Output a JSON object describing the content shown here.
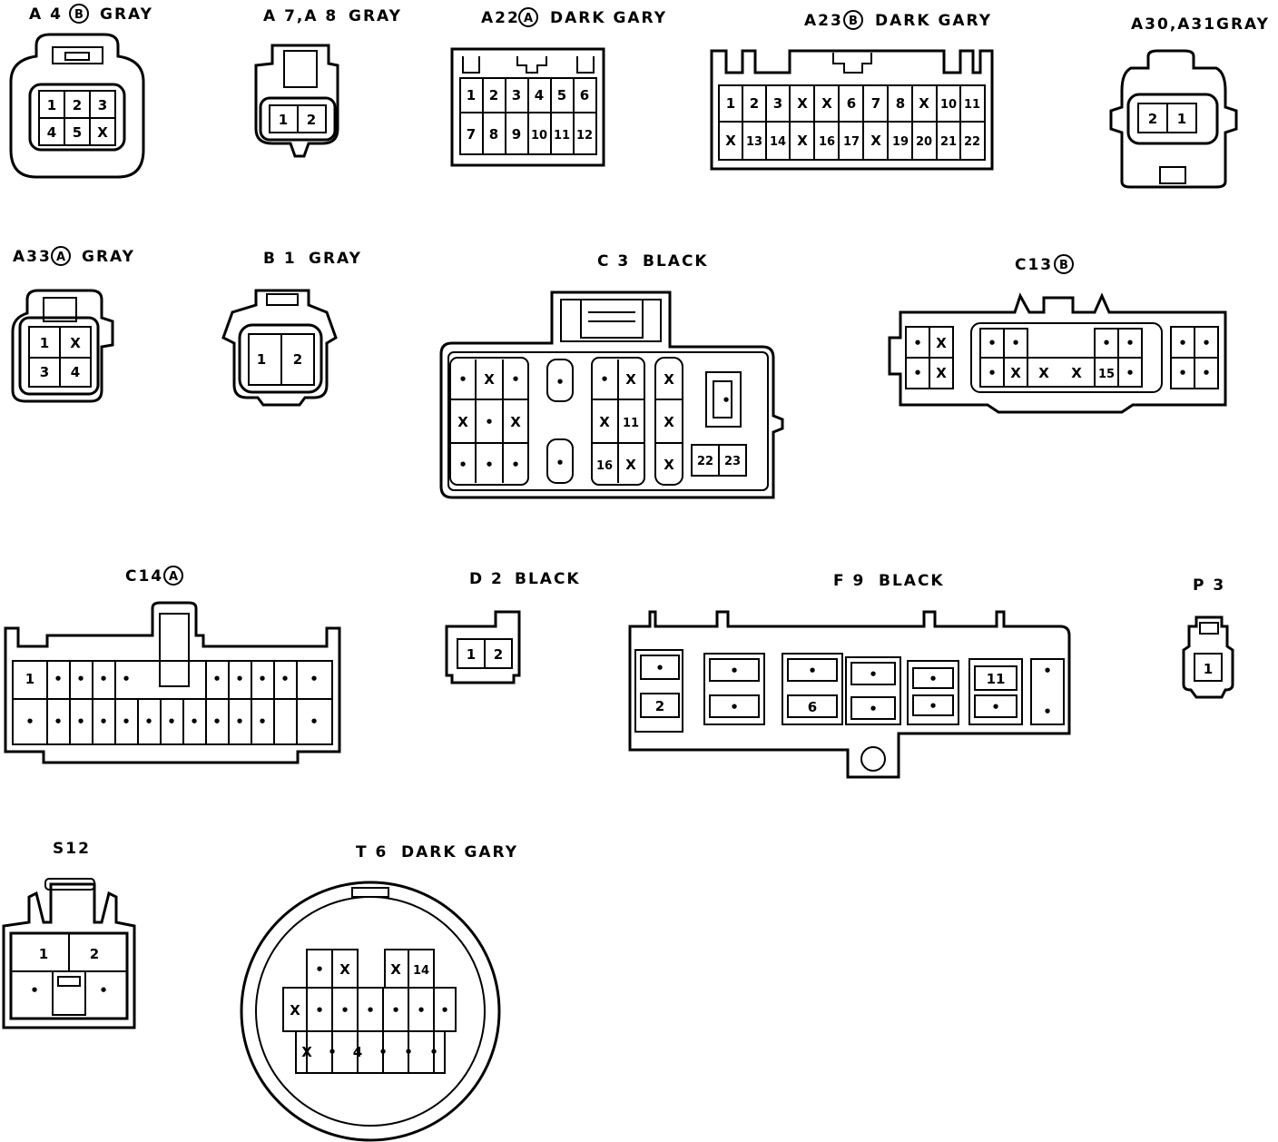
{
  "connectors": [
    {
      "id": "A4",
      "name": "A 4",
      "variant": "B",
      "color": "GRAY",
      "pins": [
        "1",
        "2",
        "3",
        "4",
        "5",
        "X"
      ]
    },
    {
      "id": "A7A8",
      "name": "A 7,A 8",
      "color": "GRAY",
      "pins": [
        "1",
        "2"
      ]
    },
    {
      "id": "A22",
      "name": "A22",
      "variant": "A",
      "color": "DARK GARY",
      "pins": [
        "1",
        "2",
        "3",
        "4",
        "5",
        "6",
        "7",
        "8",
        "9",
        "10",
        "11",
        "12"
      ]
    },
    {
      "id": "A23",
      "name": "A23",
      "variant": "B",
      "color": "DARK GARY",
      "pins": [
        "1",
        "2",
        "3",
        "X",
        "X",
        "6",
        "7",
        "8",
        "X",
        "10",
        "11",
        "X",
        "13",
        "14",
        "X",
        "16",
        "17",
        "X",
        "19",
        "20",
        "21",
        "22"
      ]
    },
    {
      "id": "A30A31",
      "name": "A30,A31",
      "color": "GRAY",
      "pins": [
        "2",
        "1"
      ]
    },
    {
      "id": "A33",
      "name": "A33",
      "variant": "A",
      "color": "GRAY",
      "pins": [
        "1",
        "X",
        "3",
        "4"
      ]
    },
    {
      "id": "B1",
      "name": "B 1",
      "color": "GRAY",
      "pins": [
        "1",
        "2"
      ]
    },
    {
      "id": "C3",
      "name": "C 3",
      "color": "BLACK",
      "pins": [
        "•",
        "X",
        "•",
        "•",
        "•",
        "X",
        "X",
        "X",
        "•",
        "X",
        "X",
        "11",
        "X",
        "•",
        "•",
        "•",
        "•",
        "•",
        "16",
        "X",
        "X",
        "22",
        "23"
      ]
    },
    {
      "id": "C13",
      "name": "C13",
      "variant": "B",
      "color": "",
      "pins": [
        "•",
        "X",
        "•",
        "X",
        "•",
        "•",
        "•",
        "X",
        "X",
        "X",
        "15",
        "•",
        "•",
        "•",
        "•",
        "•",
        "•",
        "•"
      ]
    },
    {
      "id": "C14",
      "name": "C14",
      "variant": "A",
      "color": "",
      "pins": [
        "1",
        "•",
        "•",
        "•",
        "•",
        "•",
        "•",
        "•",
        "•",
        "•",
        "•",
        "•",
        "•",
        "•",
        "•",
        "•",
        "•",
        "•",
        "•",
        "•",
        "•",
        "•"
      ]
    },
    {
      "id": "D2",
      "name": "D 2",
      "color": "BLACK",
      "pins": [
        "1",
        "2"
      ]
    },
    {
      "id": "F9",
      "name": "F 9",
      "color": "BLACK",
      "pins": [
        "•",
        "2",
        "•",
        "•",
        "•",
        "6",
        "•",
        "•",
        "•",
        "•",
        "11",
        "•",
        "•",
        "•"
      ]
    },
    {
      "id": "P3",
      "name": "P 3",
      "color": "",
      "pins": [
        "1"
      ]
    },
    {
      "id": "S12",
      "name": "S12",
      "color": "",
      "pins": [
        "1",
        "2",
        "•",
        "•"
      ]
    },
    {
      "id": "T6",
      "name": "T 6",
      "color": "DARK GARY",
      "pins": [
        "•",
        "X",
        "X",
        "14",
        "X",
        "•",
        "•",
        "•",
        "•",
        "•",
        "•",
        "X",
        "•",
        "4",
        "•",
        "•",
        "•"
      ]
    }
  ]
}
